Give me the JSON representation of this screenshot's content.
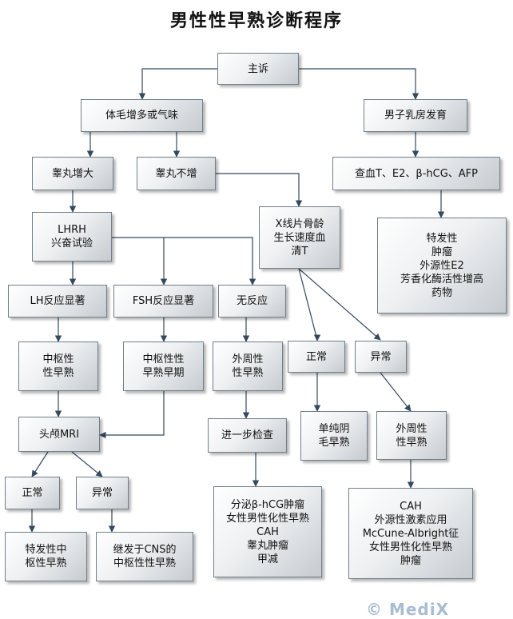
{
  "title": "男性性早熟诊断程序",
  "watermark": "© MediX",
  "nodes": {
    "chief": [
      "主诉"
    ],
    "hair": [
      "体毛增多或气味"
    ],
    "gyno": [
      "男子乳房发育"
    ],
    "testis_up": [
      "睾丸增大"
    ],
    "testis_no": [
      "睾丸不增"
    ],
    "labs": [
      "查血T、E2、β-hCG、AFP"
    ],
    "lhrh": [
      "LHRH",
      "兴奋试验"
    ],
    "xray": [
      "X线片骨龄",
      "生长速度血",
      "清T"
    ],
    "gyno_causes": [
      "特发性",
      "肿瘤",
      "外源性E2",
      "芳香化酶活性增高",
      "药物"
    ],
    "lh": [
      "LH反应显著"
    ],
    "fsh": [
      "FSH反应显著"
    ],
    "nores": [
      "无反应"
    ],
    "central1": [
      "中枢性",
      "性早熟"
    ],
    "central2": [
      "中枢性性",
      "早熟早期"
    ],
    "periph1": [
      "外周性",
      "性早熟"
    ],
    "normal1": [
      "正常"
    ],
    "abnormal1": [
      "异常"
    ],
    "mri": [
      "头颅MRI"
    ],
    "further": [
      "进一步检查"
    ],
    "simple": [
      "单纯阴",
      "毛早熟"
    ],
    "periph2": [
      "外周性",
      "性早熟"
    ],
    "normal2": [
      "正常"
    ],
    "abnormal2": [
      "异常"
    ],
    "causes1": [
      "分泌β-hCG肿瘤",
      "女性男性化性早熟",
      "CAH",
      "睾丸肿瘤",
      "甲减"
    ],
    "causes2": [
      "CAH",
      "外源性激素应用",
      "McCune-Albright征",
      "女性男性化性早熟",
      "肿瘤"
    ],
    "idio_cpp": [
      "特发性中",
      "枢性早熟"
    ],
    "cns_cpp": [
      "继发于CNS的",
      "中枢性性早熟"
    ]
  }
}
